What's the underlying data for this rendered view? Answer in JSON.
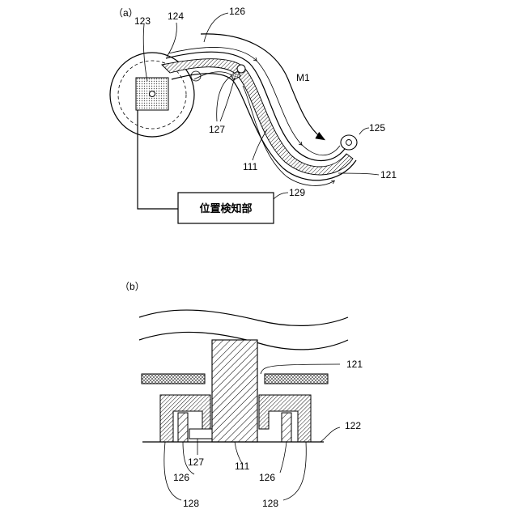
{
  "panel_a": {
    "caption": "（a）",
    "ref_123": "123",
    "ref_124": "124",
    "ref_126": "126",
    "ref_m1": "M1",
    "ref_125": "125",
    "ref_127": "127",
    "ref_111": "111",
    "ref_121": "121",
    "ref_129": "129",
    "detector_box_label": "位置検知部"
  },
  "panel_b": {
    "caption": "（b）",
    "ref_121": "121",
    "ref_122": "122",
    "ref_127": "127",
    "ref_111": "111",
    "ref_126_left": "126",
    "ref_126_right": "126",
    "ref_128_left": "128",
    "ref_128_right": "128"
  }
}
